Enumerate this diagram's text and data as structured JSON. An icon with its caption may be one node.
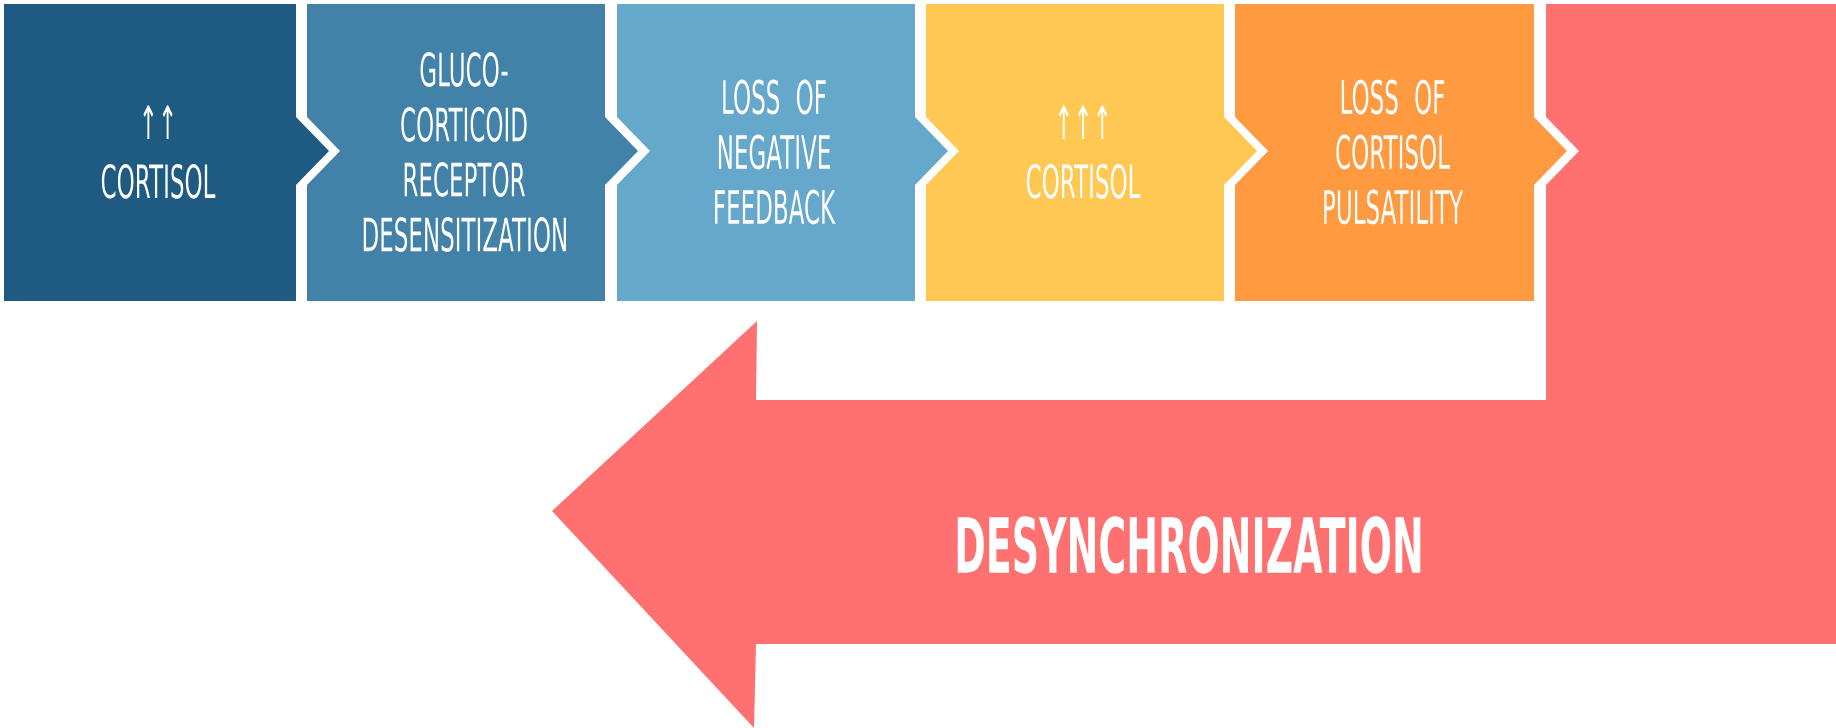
{
  "diagram": {
    "nodes": [
      {
        "text": [
          "↑↑",
          "CORTISOL"
        ]
      },
      {
        "text": [
          "GLUCO-CORTICOID RECEPTOR DESENSITIZATION"
        ]
      },
      {
        "text": [
          "LOSS OF NEGATIVE FEEDBACK"
        ]
      },
      {
        "text": [
          "↑↑↑",
          "CORTISOL"
        ]
      },
      {
        "text": [
          "LOSS OF CORTISOL PULSATILITY"
        ]
      },
      {
        "text": [
          "DESYNCHRONIZATION"
        ]
      }
    ]
  }
}
